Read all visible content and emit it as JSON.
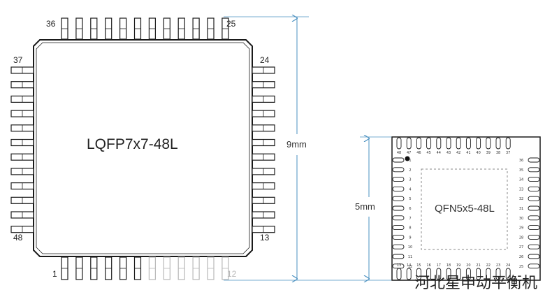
{
  "lqfp": {
    "name": "LQFP7x7-48L",
    "pin_labels": {
      "top_left": "36",
      "top_right": "25",
      "right_top": "24",
      "right_bottom": "13",
      "left_top": "37",
      "left_bottom": "48",
      "bottom_left": "1",
      "bottom_right": "12"
    },
    "dimension": "9mm"
  },
  "qfn": {
    "name": "QFN5x5-48L",
    "dimension": "5mm",
    "top_pin_numbers": [
      "48",
      "47",
      "46",
      "45",
      "44",
      "43",
      "42",
      "41",
      "40",
      "39",
      "38",
      "37"
    ],
    "right_pin_numbers": [
      "36",
      "35",
      "34",
      "33",
      "32",
      "31",
      "30",
      "29",
      "28",
      "27",
      "26",
      "25"
    ],
    "left_pin_numbers": [
      "1",
      "2",
      "3",
      "4",
      "5",
      "6",
      "7",
      "8",
      "9",
      "10",
      "11",
      "12"
    ],
    "bottom_pin_numbers": [
      "13",
      "14",
      "15",
      "16",
      "17",
      "18",
      "19",
      "20",
      "21",
      "22",
      "23",
      "24"
    ]
  },
  "watermark": "河北星申动平衡机",
  "colors": {
    "outline": "#1a1a1a",
    "dimension_line": "#4a90c0",
    "faded_pins": "#b8b8b8",
    "qfn_dashed_pad": "#888888"
  }
}
